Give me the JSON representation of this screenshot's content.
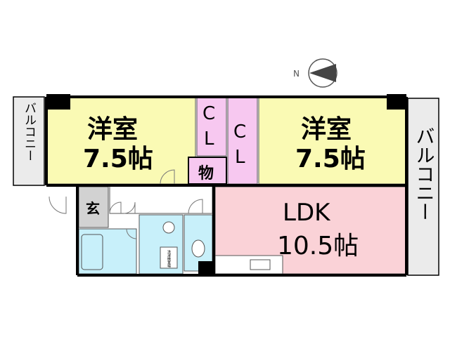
{
  "compass": {
    "north_label": "N"
  },
  "rooms": {
    "western_room_left": {
      "name": "洋室",
      "size": "7.5帖"
    },
    "western_room_right": {
      "name": "洋室",
      "size": "7.5帖"
    },
    "closet_left": {
      "label_1": "C",
      "label_2": "L"
    },
    "closet_right": {
      "label_1": "C",
      "label_2": "L"
    },
    "storage": {
      "label": "物"
    },
    "ldk": {
      "name": "LDK",
      "size": "10.5帖"
    },
    "entrance": {
      "label": "玄"
    }
  },
  "balconies": {
    "left": {
      "label": "バルコニー"
    },
    "right": {
      "label": "バルコニー"
    }
  },
  "fixtures": {
    "washer_space_label": "洗濯機置場"
  },
  "colors": {
    "western_room": "#fafab4",
    "closet": "#f7c8f0",
    "ldk": "#fad2d7",
    "wet_area": "#c8f0fa",
    "entrance": "#d2d2d2",
    "balcony": "#ebebeb",
    "wall": "#000000"
  }
}
